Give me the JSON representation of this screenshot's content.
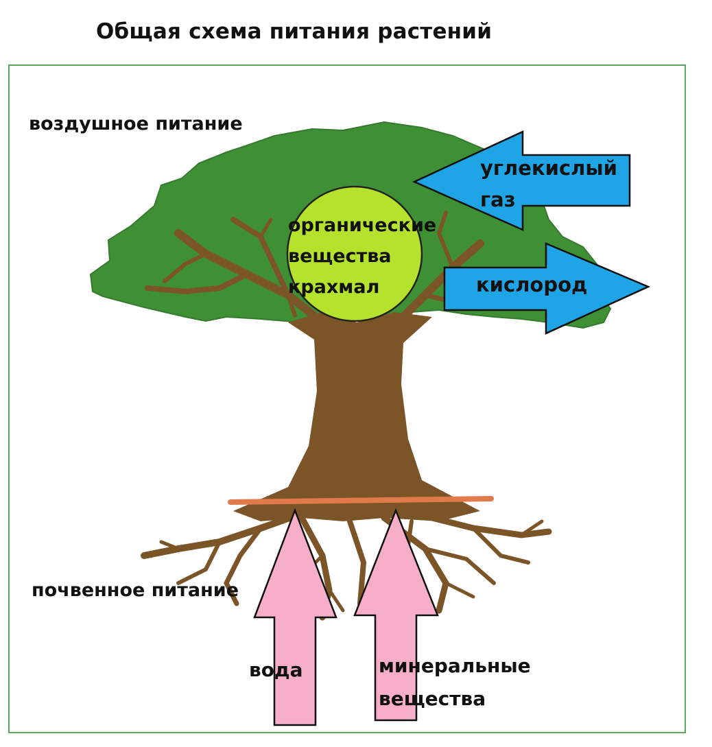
{
  "title": "Общая схема питания растений",
  "labels": {
    "air_nutrition": "воздушное питание",
    "soil_nutrition": "почвенное питание",
    "organic_line1": "органические",
    "organic_line2": "вещества",
    "organic_line3": "крахмал",
    "co2_line1": "углекислый",
    "co2_line2": "газ",
    "oxygen": "кислород",
    "water": "вода",
    "minerals_line1": "минеральные",
    "minerals_line2": "вещества"
  },
  "colors": {
    "crown": "#3f8f35",
    "trunk": "#7b5527",
    "organic_circle": "#b5e22c",
    "gas_arrows": "#1fa5e6",
    "soil_arrows": "#f7aec8",
    "ground_line": "#e07a4a",
    "frame": "#5aa65a"
  }
}
